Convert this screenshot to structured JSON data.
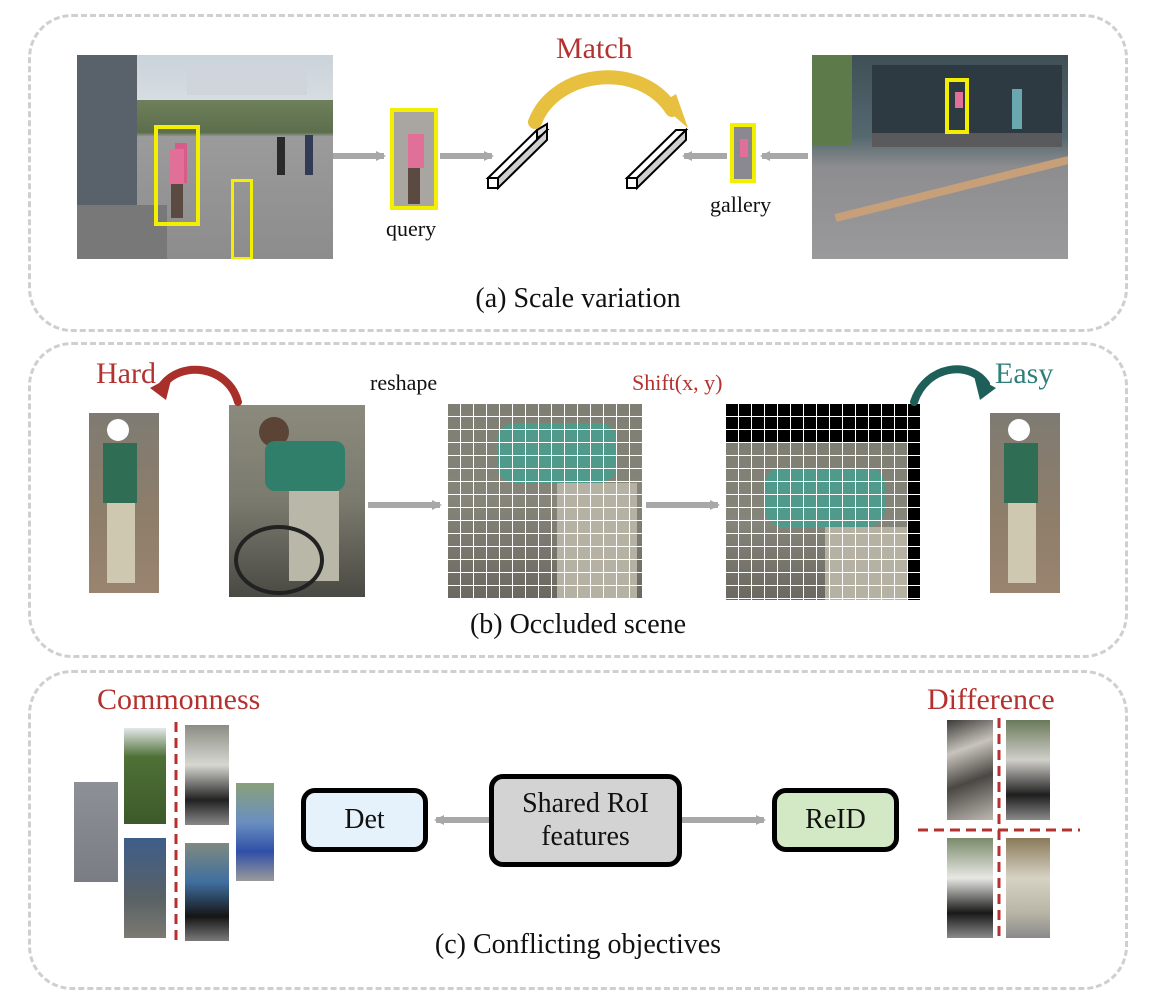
{
  "panel_a": {
    "caption": "(a) Scale variation",
    "match_label": "Match",
    "query_label": "query",
    "gallery_label": "gallery"
  },
  "panel_b": {
    "caption": "(b) Occluded scene",
    "hard_label": "Hard",
    "easy_label": "Easy",
    "reshape_label": "reshape",
    "shift_label": "Shift(x, y)"
  },
  "panel_c": {
    "caption": "(c) Conflicting objectives",
    "commonness_label": "Commonness",
    "difference_label": "Difference",
    "det_label": "Det",
    "shared_label": "Shared RoI features",
    "reid_label": "ReID"
  },
  "colors": {
    "red_text": "#b3322f",
    "teal_text": "#2f7f7a",
    "det_fill": "#e6f2fb",
    "shared_fill": "#d3d3d3",
    "reid_fill": "#d3e8c4",
    "highlight_box": "#f2f000",
    "arrow_gray": "#a8a8a8",
    "match_arrow": "#e8c040"
  }
}
